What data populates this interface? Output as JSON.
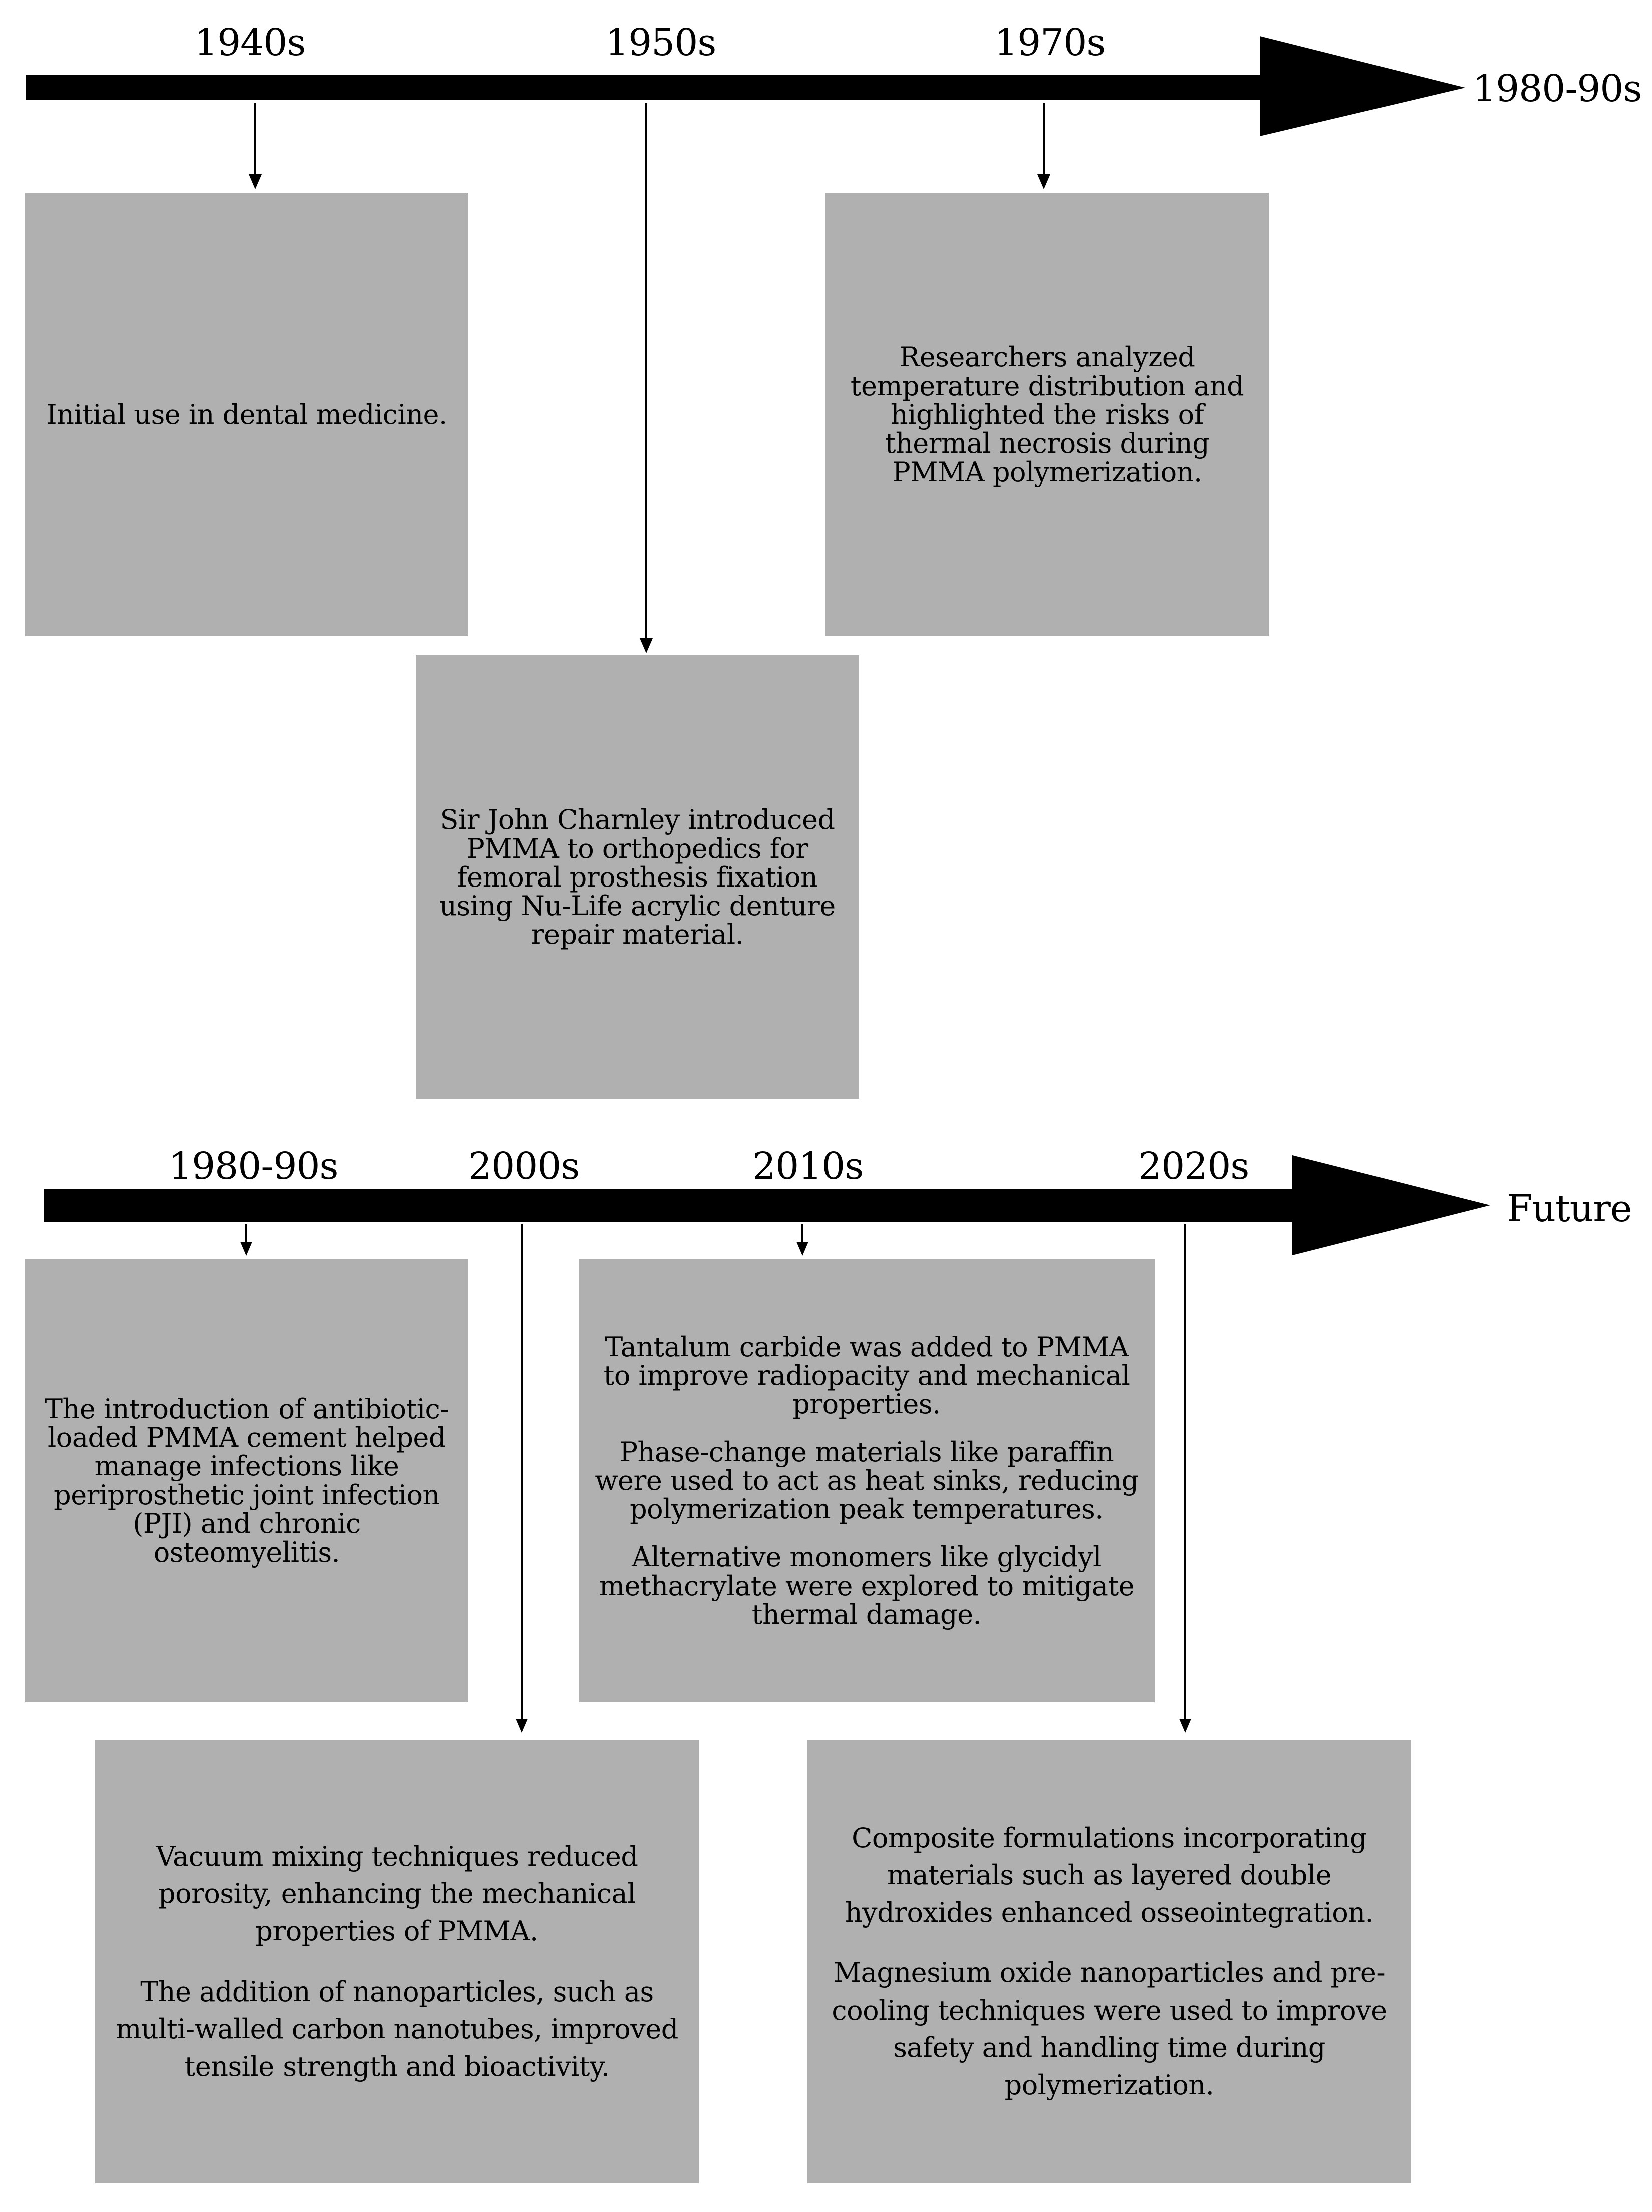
{
  "timeline_top": {
    "eras": [
      "1940s",
      "1950s",
      "1970s"
    ],
    "end_label": "1980-90s",
    "events": [
      {
        "era": "1940s",
        "paragraphs": [
          "Initial use in dental medicine."
        ]
      },
      {
        "era": "1950s",
        "paragraphs": [
          "Sir John Charnley introduced PMMA to orthopedics for femoral prosthesis fixation using Nu-Life acrylic denture repair material."
        ]
      },
      {
        "era": "1970s",
        "paragraphs": [
          "Researchers analyzed temperature distribution and highlighted the risks of thermal necrosis during PMMA polymerization."
        ]
      }
    ]
  },
  "timeline_bottom": {
    "eras": [
      "1980-90s",
      "2000s",
      "2010s",
      "2020s"
    ],
    "end_label": "Future",
    "events": [
      {
        "era": "1980-90s",
        "paragraphs": [
          "The introduction of antibiotic-loaded PMMA cement helped manage infections like periprosthetic joint infection (PJI) and chronic osteomyelitis."
        ]
      },
      {
        "era": "2000s",
        "paragraphs": [
          "Vacuum mixing techniques reduced porosity, enhancing the mechanical properties of PMMA.",
          "The addition of nanoparticles, such as multi-walled carbon nanotubes, improved tensile strength and bioactivity."
        ]
      },
      {
        "era": "2010s",
        "paragraphs": [
          "Tantalum carbide was added to PMMA to improve radiopacity and mechanical properties.",
          "Phase-change materials like paraffin were used to act as heat sinks, reducing polymerization peak temperatures.",
          "Alternative monomers like glycidyl methacrylate were explored to mitigate thermal damage."
        ]
      },
      {
        "era": "2020s",
        "paragraphs": [
          "Composite formulations incorporating materials such as layered double hydroxides enhanced osseointegration.",
          "Magnesium oxide nanoparticles and pre-cooling techniques were used to improve safety and handling time during polymerization."
        ]
      }
    ]
  },
  "colors": {
    "box_fill": "#b0b0b0",
    "arrow": "#000000",
    "background": "#ffffff"
  }
}
